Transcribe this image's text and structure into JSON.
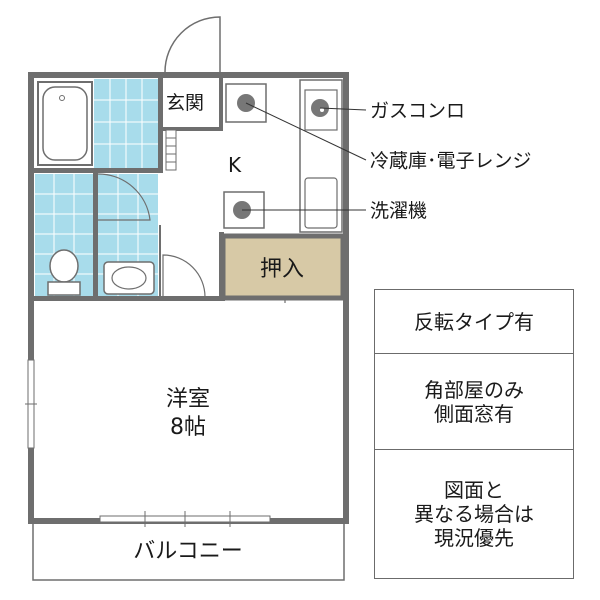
{
  "colors": {
    "wall": "#6e6e6e",
    "tile": "#a8dceb",
    "closet": "#d7c9a6",
    "appliance_dot": "#777777"
  },
  "rooms": {
    "entrance": "玄関",
    "kitchen": "K",
    "closet": "押入",
    "western_room": "洋室",
    "western_room_size": "8帖",
    "balcony": "バルコニー"
  },
  "callouts": {
    "gas_stove": "ガスコンロ",
    "fridge_microwave": "冷蔵庫･電子レンジ",
    "washer": "洗濯機"
  },
  "notes": [
    "反転タイプ有",
    "角部屋のみ\n側面窓有",
    "図面と\n異なる場合は\n現況優先"
  ]
}
